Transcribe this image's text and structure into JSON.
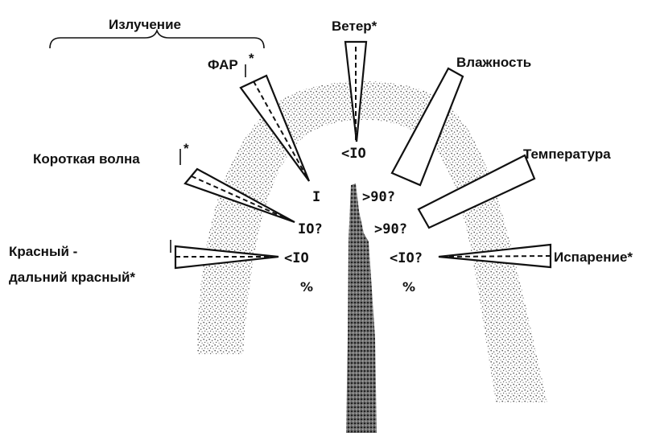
{
  "labels": {
    "radiation": "Излучение",
    "par": "ФАР",
    "par_star": "*",
    "short_wave": "Короткая волна",
    "short_wave_star": "*",
    "red_far_red_line1": "Красный -",
    "red_far_red_line2": "дальний красный*",
    "wind": "Ветер*",
    "humidity": "Влажность",
    "temperature": "Температура",
    "evaporation": "Испарение*"
  },
  "values": {
    "par_value": "I",
    "short_wave_value": "IO?",
    "red_value": "<IO",
    "left_percent": "%",
    "wind_value": "<IO",
    "humidity_value": ">90?",
    "temperature_value": ">90?",
    "evaporation_value": "<IO?",
    "right_percent": "%"
  },
  "colors": {
    "ink": "#111111",
    "background": "#ffffff",
    "stipple": "#3a3a3a"
  }
}
